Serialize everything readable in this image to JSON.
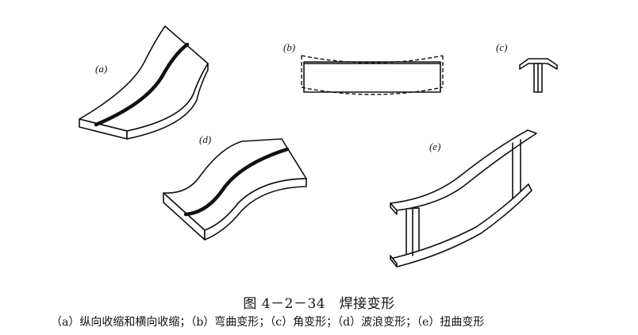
{
  "panels": {
    "a": {
      "label": "(a)"
    },
    "b": {
      "label": "(b)"
    },
    "c": {
      "label": "(c)"
    },
    "d": {
      "label": "(d)"
    },
    "e": {
      "label": "(e)"
    }
  },
  "figure": {
    "title": "图 4－2－34　焊接变形",
    "caption": "（a）纵向收缩和横向收缩；（b）弯曲变形；（c）角变形；（d）波浪变形；（e）扭曲变形"
  }
}
